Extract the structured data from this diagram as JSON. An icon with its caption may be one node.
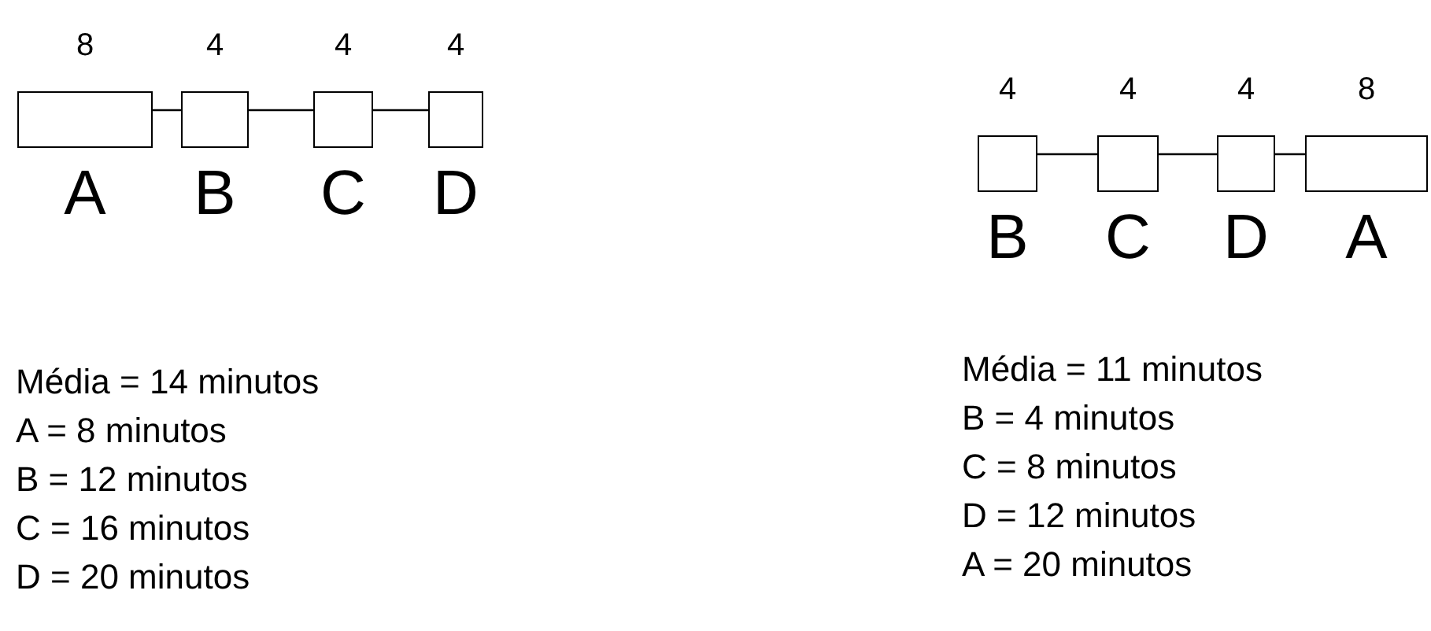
{
  "diagram": {
    "nodes": [
      {
        "text": [],
        "shape": "box",
        "beside": [
          "8",
          "A"
        ]
      },
      {
        "text": [],
        "shape": "box",
        "beside": [
          "4",
          "B"
        ]
      },
      {
        "text": [],
        "shape": "box",
        "beside": [
          "4",
          "C"
        ]
      },
      {
        "text": [],
        "shape": "box",
        "beside": [
          "4",
          "D"
        ]
      },
      {
        "text": [],
        "shape": "box",
        "beside": [
          "4",
          "B"
        ]
      },
      {
        "text": [],
        "shape": "box",
        "beside": [
          "4",
          "C"
        ]
      },
      {
        "text": [],
        "shape": "box",
        "beside": [
          "4",
          "D"
        ]
      },
      {
        "text": [],
        "shape": "box",
        "beside": [
          "8",
          "A"
        ]
      }
    ],
    "edges": [
      {
        "from": 0,
        "to": 1,
        "arrow": "none"
      },
      {
        "from": 1,
        "to": 2,
        "arrow": "none"
      },
      {
        "from": 2,
        "to": 3,
        "arrow": "none"
      },
      {
        "from": 4,
        "to": 5,
        "arrow": "none"
      },
      {
        "from": 5,
        "to": 6,
        "arrow": "none"
      },
      {
        "from": 6,
        "to": 7,
        "arrow": "none"
      }
    ],
    "labels": [
      "Média = 14 minutos",
      "A = 8 minutos",
      "B = 12 minutos",
      "C = 16 minutos",
      "D = 20 minutos",
      "Média = 11 minutos",
      "B = 4 minutos",
      "C = 8 minutos",
      "D = 12 minutos",
      "A = 20 minutos"
    ]
  }
}
